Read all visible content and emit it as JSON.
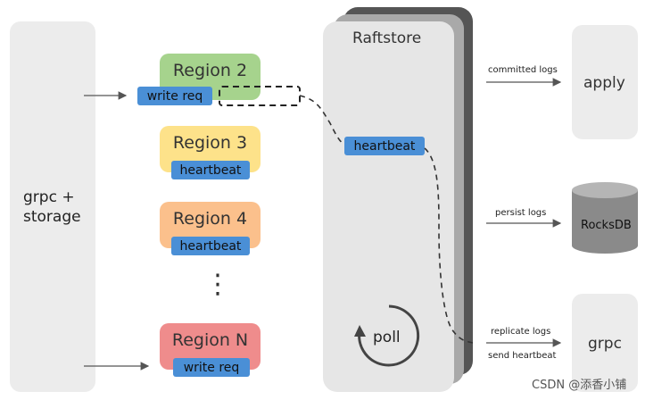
{
  "left_panel": {
    "label": "grpc +\nstorage"
  },
  "regions": [
    {
      "name": "Region 2",
      "tag": "write req",
      "color": "#a6d38d"
    },
    {
      "name": "Region 3",
      "tag": "heartbeat",
      "color": "#fde28a"
    },
    {
      "name": "Region 4",
      "tag": "heartbeat",
      "color": "#fbc08c"
    },
    {
      "ellipsis": "⋮"
    },
    {
      "name": "Region N",
      "tag": "write req",
      "color": "#ef8c8c"
    }
  ],
  "raftstore": {
    "title": "Raftstore",
    "queued": "heartbeat",
    "loop_label": "poll"
  },
  "outputs": [
    {
      "target": "apply",
      "edge_label": "committed logs"
    },
    {
      "target": "RocksDB",
      "edge_label": "persist logs"
    },
    {
      "target": "grpc",
      "edge_label": "replicate logs",
      "edge_label_2": "send heartbeat"
    }
  ],
  "watermark": "CSDN @添香小铺",
  "colors": {
    "tag_blue": "#4a8fd6",
    "panel_grey": "#ececec",
    "stack_dark": "#555555",
    "cylinder": "#888888"
  }
}
